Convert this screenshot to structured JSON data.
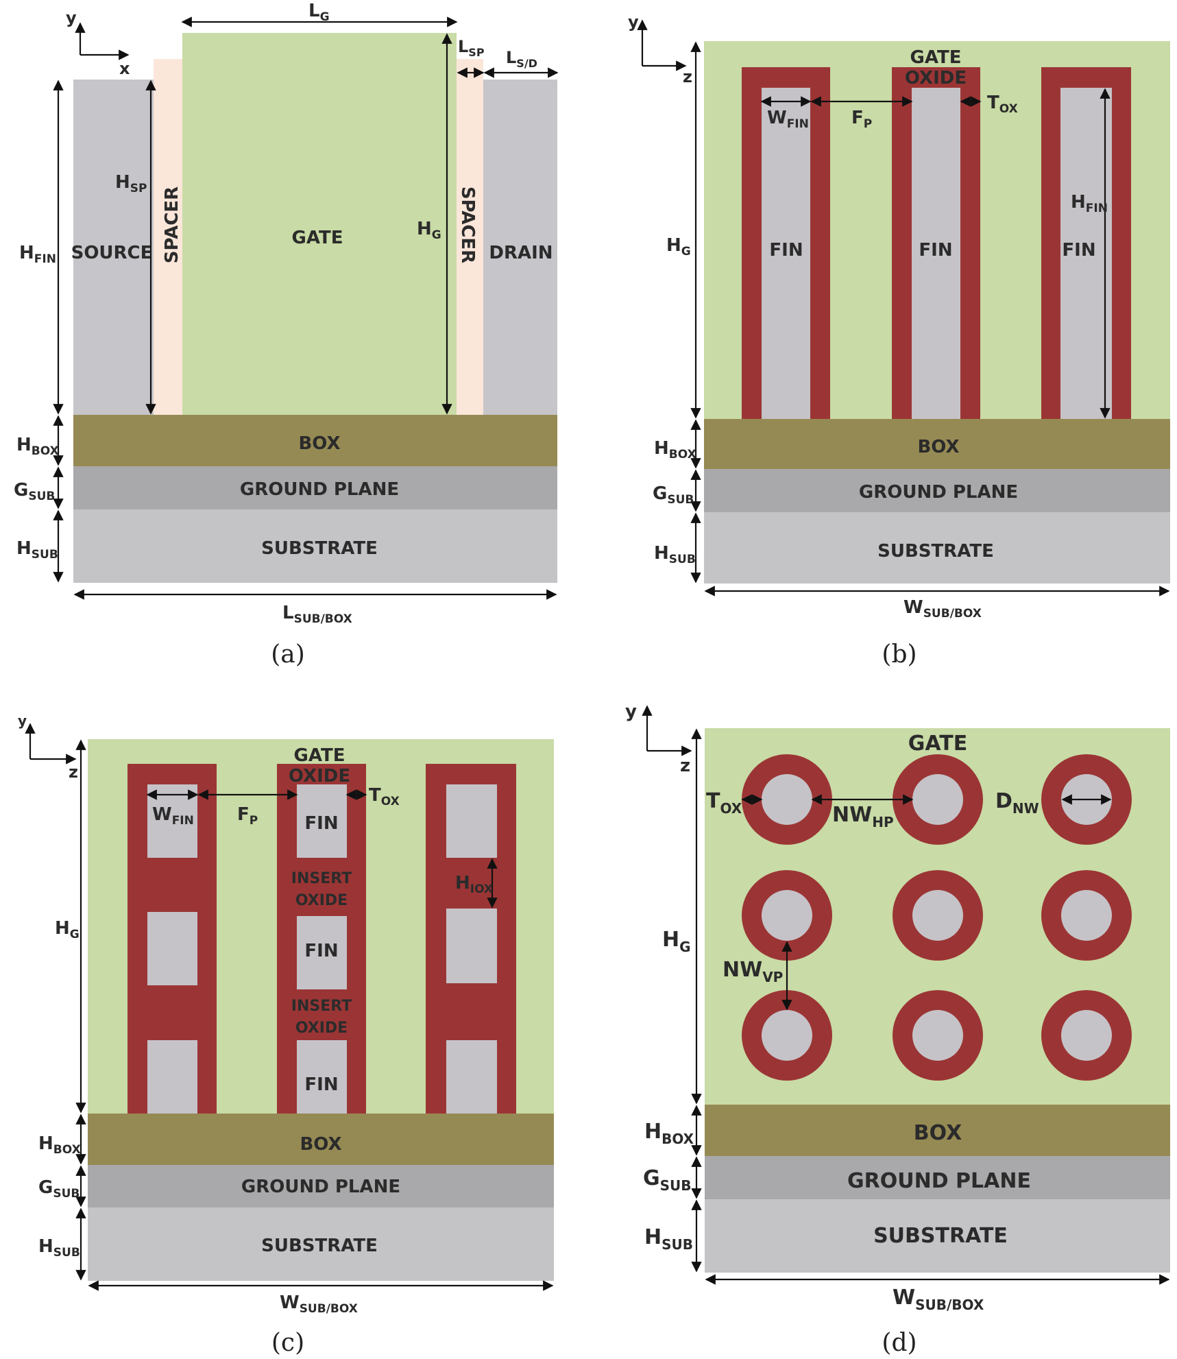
{
  "colors": {
    "gate": "#c9dba6",
    "fin": "#c5c3c8",
    "oxide": "#9b3535",
    "spacer": "#fbe6da",
    "box": "#968a54",
    "ground_plane": "#a9a8aa",
    "substrate": "#c4c3c6",
    "source_drain": "#c6c5c9"
  },
  "panel_a": {
    "caption": "(a)",
    "axis_y": "y",
    "axis_x": "x",
    "source": "SOURCE",
    "drain": "DRAIN",
    "gate": "GATE",
    "spacer_left": "SPACER",
    "spacer_right": "SPACER",
    "box": "BOX",
    "ground_plane": "GROUND PLANE",
    "substrate": "SUBSTRATE",
    "dims": {
      "lg": {
        "main": "L",
        "sub": "G"
      },
      "lsp": {
        "main": "L",
        "sub": "SP"
      },
      "lsd": {
        "main": "L",
        "sub": "S/D"
      },
      "hsp": {
        "main": "H",
        "sub": "SP"
      },
      "hg": {
        "main": "H",
        "sub": "G"
      },
      "hfin": {
        "main": "H",
        "sub": "FIN"
      },
      "hbox": {
        "main": "H",
        "sub": "BOX"
      },
      "gsub": {
        "main": "G",
        "sub": "SUB"
      },
      "hsub": {
        "main": "H",
        "sub": "SUB"
      },
      "lsubbox": {
        "main": "L",
        "sub": "SUB/BOX"
      }
    }
  },
  "panel_b": {
    "caption": "(b)",
    "axis_y": "y",
    "axis_z": "z",
    "gate_oxide_1": "GATE",
    "gate_oxide_2": "OXIDE",
    "fins": [
      "FIN",
      "FIN",
      "FIN"
    ],
    "box": "BOX",
    "ground_plane": "GROUND PLANE",
    "substrate": "SUBSTRATE",
    "dims": {
      "wfin": {
        "main": "W",
        "sub": "FIN"
      },
      "fp": {
        "main": "F",
        "sub": "P"
      },
      "tox": {
        "main": "T",
        "sub": "OX"
      },
      "hfin": {
        "main": "H",
        "sub": "FIN"
      },
      "hg": {
        "main": "H",
        "sub": "G"
      },
      "hbox": {
        "main": "H",
        "sub": "BOX"
      },
      "gsub": {
        "main": "G",
        "sub": "SUB"
      },
      "hsub": {
        "main": "H",
        "sub": "SUB"
      },
      "wsubbox": {
        "main": "W",
        "sub": "SUB/BOX"
      }
    }
  },
  "panel_c": {
    "caption": "(c)",
    "axis_y": "y",
    "axis_z": "z",
    "gate_oxide_1": "GATE",
    "gate_oxide_2": "OXIDE",
    "fin_labels": [
      "FIN",
      "FIN",
      "FIN"
    ],
    "insert_oxide_1": "INSERT",
    "insert_oxide_2": "OXIDE",
    "box": "BOX",
    "ground_plane": "GROUND PLANE",
    "substrate": "SUBSTRATE",
    "dims": {
      "wfin": {
        "main": "W",
        "sub": "FIN"
      },
      "fp": {
        "main": "F",
        "sub": "P"
      },
      "tox": {
        "main": "T",
        "sub": "OX"
      },
      "hiox": {
        "main": "H",
        "sub": "IOX"
      },
      "hg": {
        "main": "H",
        "sub": "G"
      },
      "hbox": {
        "main": "H",
        "sub": "BOX"
      },
      "gsub": {
        "main": "G",
        "sub": "SUB"
      },
      "hsub": {
        "main": "H",
        "sub": "SUB"
      },
      "wsubbox": {
        "main": "W",
        "sub": "SUB/BOX"
      }
    }
  },
  "panel_d": {
    "caption": "(d)",
    "axis_y": "y",
    "axis_z": "z",
    "gate": "GATE",
    "box": "BOX",
    "ground_plane": "GROUND PLANE",
    "substrate": "SUBSTRATE",
    "dims": {
      "tox": {
        "main": "T",
        "sub": "OX"
      },
      "nwhp": {
        "main": "NW",
        "sub": "HP"
      },
      "dnw": {
        "main": "D",
        "sub": "NW"
      },
      "nwvp": {
        "main": "NW",
        "sub": "VP"
      },
      "hg": {
        "main": "H",
        "sub": "G"
      },
      "hbox": {
        "main": "H",
        "sub": "BOX"
      },
      "gsub": {
        "main": "G",
        "sub": "SUB"
      },
      "hsub": {
        "main": "H",
        "sub": "SUB"
      },
      "wsubbox": {
        "main": "W",
        "sub": "SUB/BOX"
      }
    }
  }
}
